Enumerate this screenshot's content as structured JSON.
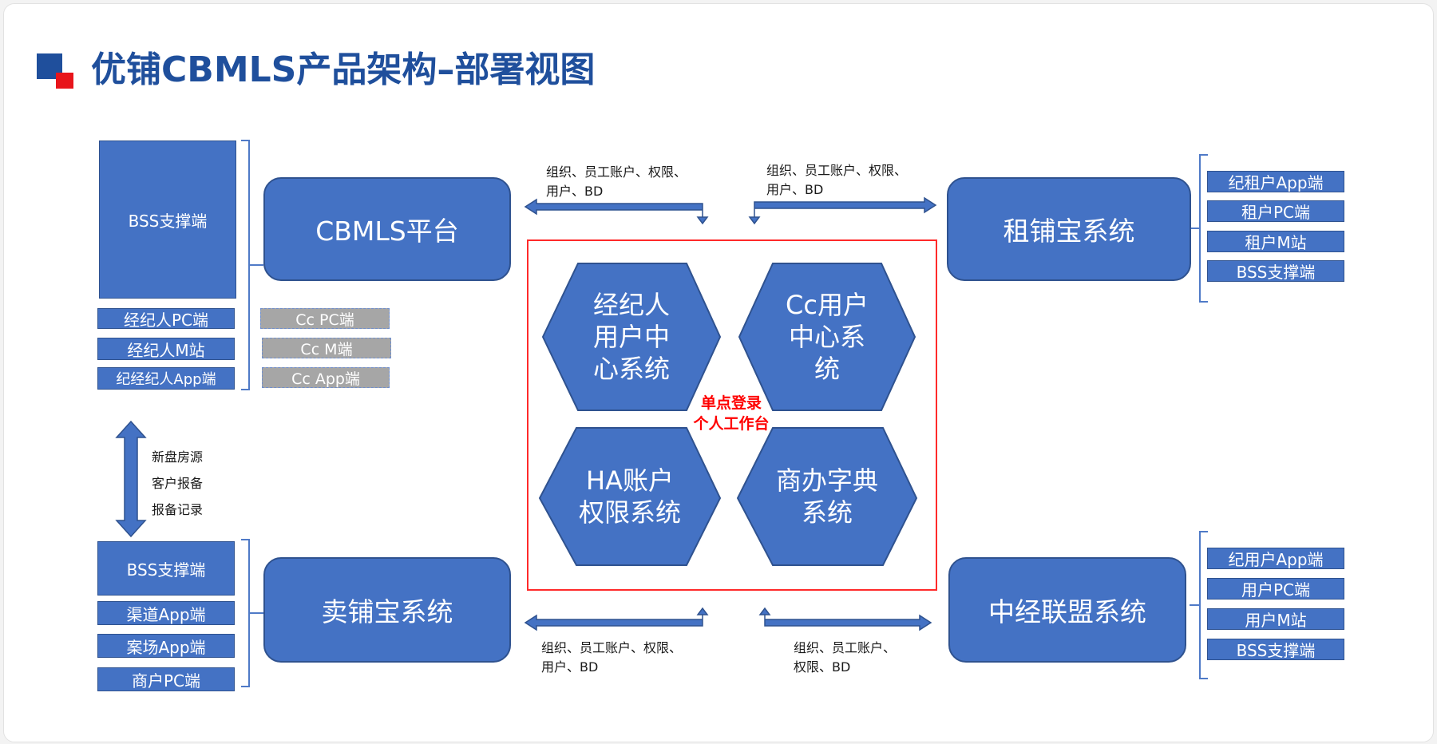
{
  "title": "优铺CBMLS产品架构–部署视图",
  "diagram": {
    "left_top": {
      "main": "BSS支撑端",
      "items": [
        "经纪人PC端",
        "经纪人M站",
        "纪经纪人App端"
      ],
      "gray_items": [
        "Cc PC端",
        "Cc M端",
        "Cc App端"
      ]
    },
    "left_vertical_label": [
      "新盘房源",
      "客户报备",
      "报备记录"
    ],
    "left_bottom": {
      "items": [
        "BSS支撑端",
        "渠道App端",
        "案场App端",
        "商户PC端"
      ]
    },
    "cbmls": "CBMLS平台",
    "maipu": "卖铺宝系统",
    "zupu": "租铺宝系统",
    "zhongjing": "中经联盟系统",
    "right_top": {
      "items": [
        "纪租户App端",
        "租户PC端",
        "租户M站",
        "BSS支撑端"
      ]
    },
    "right_bottom": {
      "items": [
        "纪用户App端",
        "用户PC端",
        "用户M站",
        "BSS支撑端"
      ]
    },
    "arrow_labels": {
      "top_left": [
        "组织、员工账户、权限、",
        "用户、BD"
      ],
      "top_right": [
        "组织、员工账户、权限、",
        "用户、BD"
      ],
      "bottom_left": [
        "组织、员工账户、权限、",
        "用户、BD"
      ],
      "bottom_right": [
        "组织、员工账户、",
        "权限、BD"
      ]
    },
    "hexagons": {
      "tl": [
        "经纪人",
        "用户中",
        "心系统"
      ],
      "tr": [
        "Cc用户",
        "中心系",
        "统"
      ],
      "bl": [
        "HA账户",
        "权限系统"
      ],
      "br": [
        "商办字典",
        "系统"
      ]
    },
    "center_label": [
      "单点登录",
      "个人工作台"
    ],
    "colors": {
      "box": "#4472c4",
      "box_border": "#2f528f",
      "sso": "#ff0000",
      "title": "#1f4f9c"
    }
  }
}
